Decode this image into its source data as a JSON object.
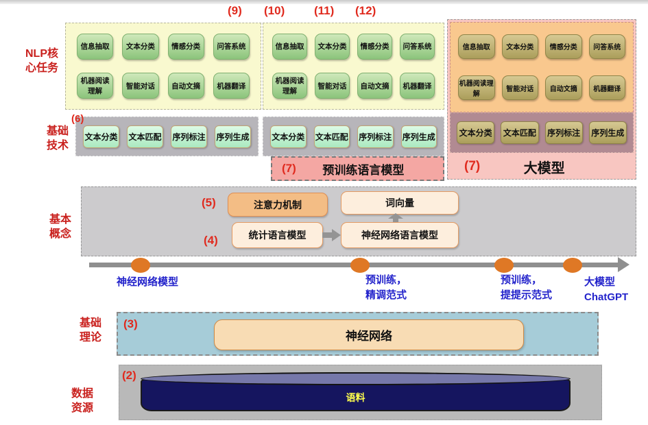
{
  "colors": {
    "label_red": "#c9201d",
    "marker_red": "#e02a1e",
    "blue_text": "#2323cb",
    "timeline_gray": "#8f8f8f",
    "dot_orange": "#df7825",
    "panel_yellow": "#f9f9cf",
    "panel_orange": "#f9c88e",
    "panel_pink": "#f8c6c1",
    "band_gray": "#b7b5ba",
    "band_mauve": "#b18a92",
    "concept_gray": "#cccbcd",
    "theory_blue": "#a6ccd8",
    "cylinder_navy": "#15155f",
    "corpus_yellow": "#ffff4d"
  },
  "side_labels": {
    "nlp_core": "NLP核\n心任务",
    "basic_tech": "基础\n技术",
    "basic_concepts": "基本\n概念",
    "basic_theory": "基础\n理论",
    "data_resources": "数据\n资源"
  },
  "markers": {
    "m2": "(2)",
    "m3": "(3)",
    "m4": "(4)",
    "m5": "(5)",
    "m6": "(6)",
    "m7_pretrain": "(7)",
    "m7_big": "(7)",
    "m9": "(9)",
    "m10": "(10)",
    "m11": "(11)",
    "m12": "(12)"
  },
  "nlp_tasks": [
    "信息抽取",
    "文本分类",
    "情感分类",
    "问答系统",
    "机器阅读理解",
    "智能对话",
    "自动文摘",
    "机器翻译"
  ],
  "tech_tasks": [
    "文本分类",
    "文本匹配",
    "序列标注",
    "序列生成"
  ],
  "stages": {
    "pretrain_lm": "预训练语言模型",
    "big_model": "大模型"
  },
  "concepts": {
    "attention": "注意力机制",
    "word_vector": "词向量",
    "statistical_lm": "统计语言模型",
    "neural_lm": "神经网络语言模型"
  },
  "timeline": {
    "milestone1": "神经网络模型",
    "milestone2": "预训练，\n精调范式",
    "milestone3": "预训练，\n提提示范式",
    "milestone4": "大模型\nChatGPT"
  },
  "theory": {
    "neural_network": "神经网络"
  },
  "data_resource": {
    "corpus": "语料"
  }
}
